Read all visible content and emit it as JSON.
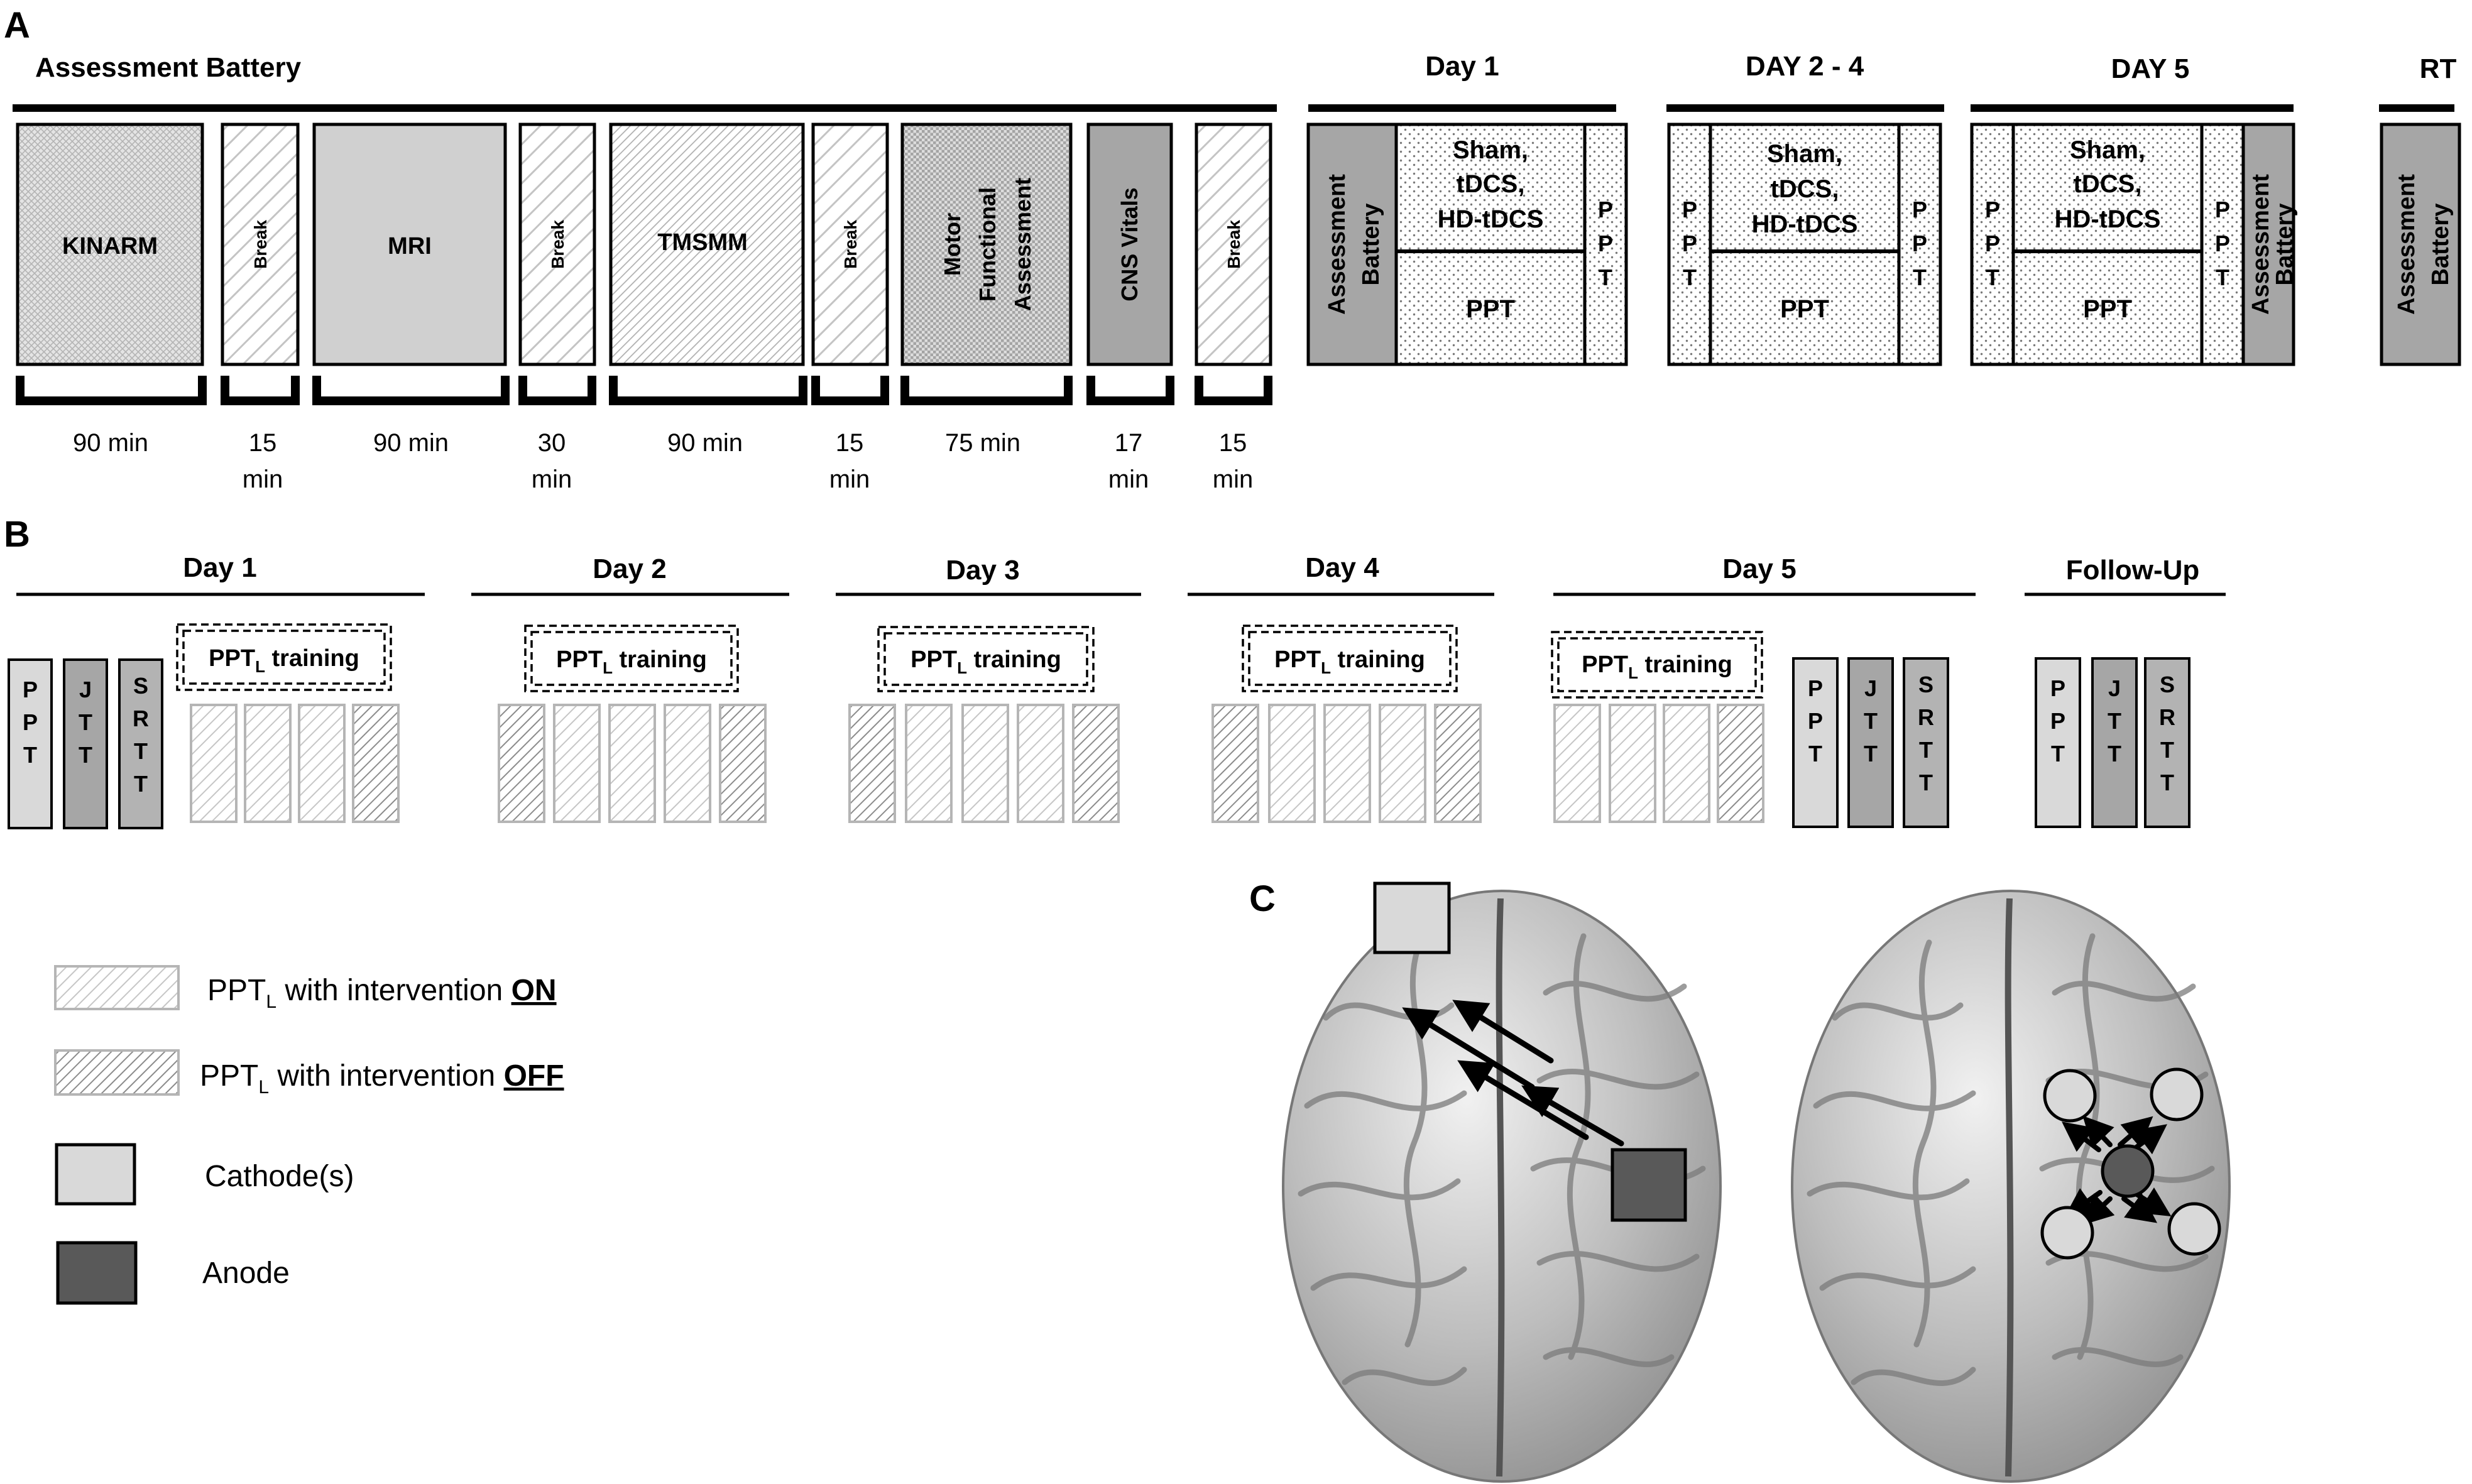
{
  "panel_letters": {
    "a": "A",
    "b": "B",
    "c": "C"
  },
  "panel_a": {
    "battery_title": "Assessment Battery",
    "blocks": [
      {
        "label": "KINARM",
        "duration_1": "90 min",
        "duration_2": ""
      },
      {
        "label": "Break",
        "duration_1": "15",
        "duration_2": "min"
      },
      {
        "label": "MRI",
        "duration_1": "90 min",
        "duration_2": ""
      },
      {
        "label": "Break",
        "duration_1": "30",
        "duration_2": "min"
      },
      {
        "label": "TMSMM",
        "duration_1": "90 min",
        "duration_2": ""
      },
      {
        "label": "Break",
        "duration_1": "15",
        "duration_2": "min"
      },
      {
        "label_lines": [
          "Motor",
          "Functional",
          "Assessment"
        ],
        "duration_1": "75 min",
        "duration_2": ""
      },
      {
        "label": "CNS Vitals",
        "duration_1": "17",
        "duration_2": "min"
      },
      {
        "label": "Break",
        "duration_1": "15",
        "duration_2": "min"
      }
    ],
    "days": [
      {
        "title": "Day 1"
      },
      {
        "title": "DAY 2 - 4"
      },
      {
        "title": "DAY 5"
      },
      {
        "title": "RT"
      }
    ],
    "stim_lines": [
      "Sham,",
      "tDCS,",
      "HD-tDCS"
    ],
    "ppt": "PPT",
    "ppt_letters": [
      "P",
      "P",
      "T"
    ],
    "assessment_lines": [
      "Assessment",
      "Battery"
    ]
  },
  "panel_b": {
    "days": [
      "Day 1",
      "Day 2",
      "Day 3",
      "Day 4",
      "Day 5",
      "Follow-Up"
    ],
    "training_prefix": "PPT",
    "training_sub": "L",
    "training_suffix": " training",
    "tests": [
      {
        "letters": [
          "P",
          "P",
          "T"
        ],
        "color": "#d9d9d9"
      },
      {
        "letters": [
          "J",
          "T",
          "T"
        ],
        "color": "#a6a6a6"
      },
      {
        "letters": [
          "S",
          "R",
          "T",
          "T"
        ],
        "color": "#b3b3b3"
      }
    ]
  },
  "legend": {
    "on_prefix": "PPT",
    "on_sub": "L",
    "on_mid": " with intervention ",
    "on_key": "ON",
    "off_prefix": "PPT",
    "off_sub": "L",
    "off_mid": " with intervention ",
    "off_key": "OFF",
    "cathode": "Cathode(s)",
    "anode": "Anode"
  },
  "colors": {
    "cathode": "#d9d9d9",
    "anode": "#595959",
    "assessment_fill": "#a6a6a6",
    "mri_fill": "#d0d0d0",
    "line": "#000000"
  }
}
